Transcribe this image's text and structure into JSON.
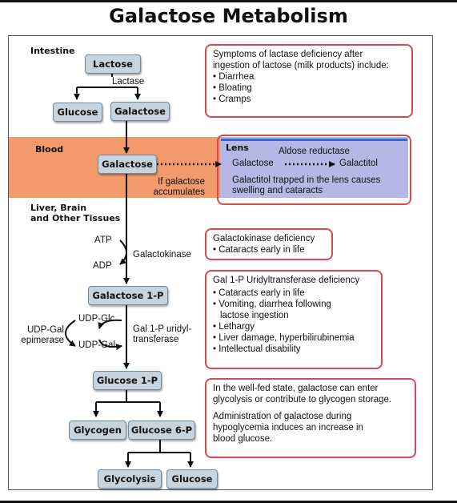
{
  "title": "Galactose Metabolism",
  "regions": {
    "intestine": "Intestine",
    "blood": "Blood",
    "lens": "Lens",
    "liver_line1": "Liver, Brain",
    "liver_line2": "and Other Tissues"
  },
  "nodes": {
    "lactose": "Lactose",
    "glucose_int": "Glucose",
    "galactose_int": "Galactose",
    "galactose_blood": "Galactose",
    "galactose_1p": "Galactose 1-P",
    "glucose_1p": "Glucose 1-P",
    "glycogen": "Glycogen",
    "glucose_6p": "Glucose 6-P",
    "glycolysis": "Glycolysis",
    "glucose_end": "Glucose"
  },
  "labels": {
    "lactase": "Lactase",
    "if_accum_1": "If galactose",
    "if_accum_2": "accumulates",
    "aldose_reductase": "Aldose reductase",
    "lens_galactose": "Galactose",
    "galactitol": "Galactitol",
    "atp": "ATP",
    "adp": "ADP",
    "galactokinase": "Galactokinase",
    "udp_glc": "UDP-Glc",
    "udp_gal": "UDP-Gal",
    "epimerase_1": "UDP-Gal",
    "epimerase_2": "epimerase",
    "transferase_1": "Gal 1-P uridyl-",
    "transferase_2": "transferase"
  },
  "lens_note": {
    "line1": "Galactitol trapped in the lens causes",
    "line2": "swelling and cataracts"
  },
  "notes": {
    "lactase": {
      "header1": "Symptoms of lactase deficiency after",
      "header2": "ingestion of lactose (milk products) include:",
      "items": [
        "Diarrhea",
        "Bloating",
        "Cramps"
      ]
    },
    "galactokinase": {
      "header": "Galactokinase deficiency",
      "items": [
        "Cataracts early in life"
      ]
    },
    "transferase": {
      "header": "Gal 1-P Uridyltransferase deficiency",
      "items": [
        "Cataracts early in life",
        "Vomiting, diarrhea following lactose ingestion",
        "Lethargy",
        "Liver damage, hyperbilirubinemia",
        "Intellectual disability"
      ]
    },
    "fed_state": {
      "para1_line1": "In the well-fed state, galactose can enter",
      "para1_line2": "glycolysis or contribute to glycogen storage.",
      "para2_line1": "Administration of galactose during",
      "para2_line2": "hypoglycemia induces an increase in",
      "para2_line3": "blood glucose."
    }
  },
  "colors": {
    "blood_band": "#f39a6c",
    "lens_band": "#b7b7e6",
    "node_fill": "#c7d3dd",
    "note_border": "#d9484c",
    "lens_line": "#2d6bc4"
  }
}
